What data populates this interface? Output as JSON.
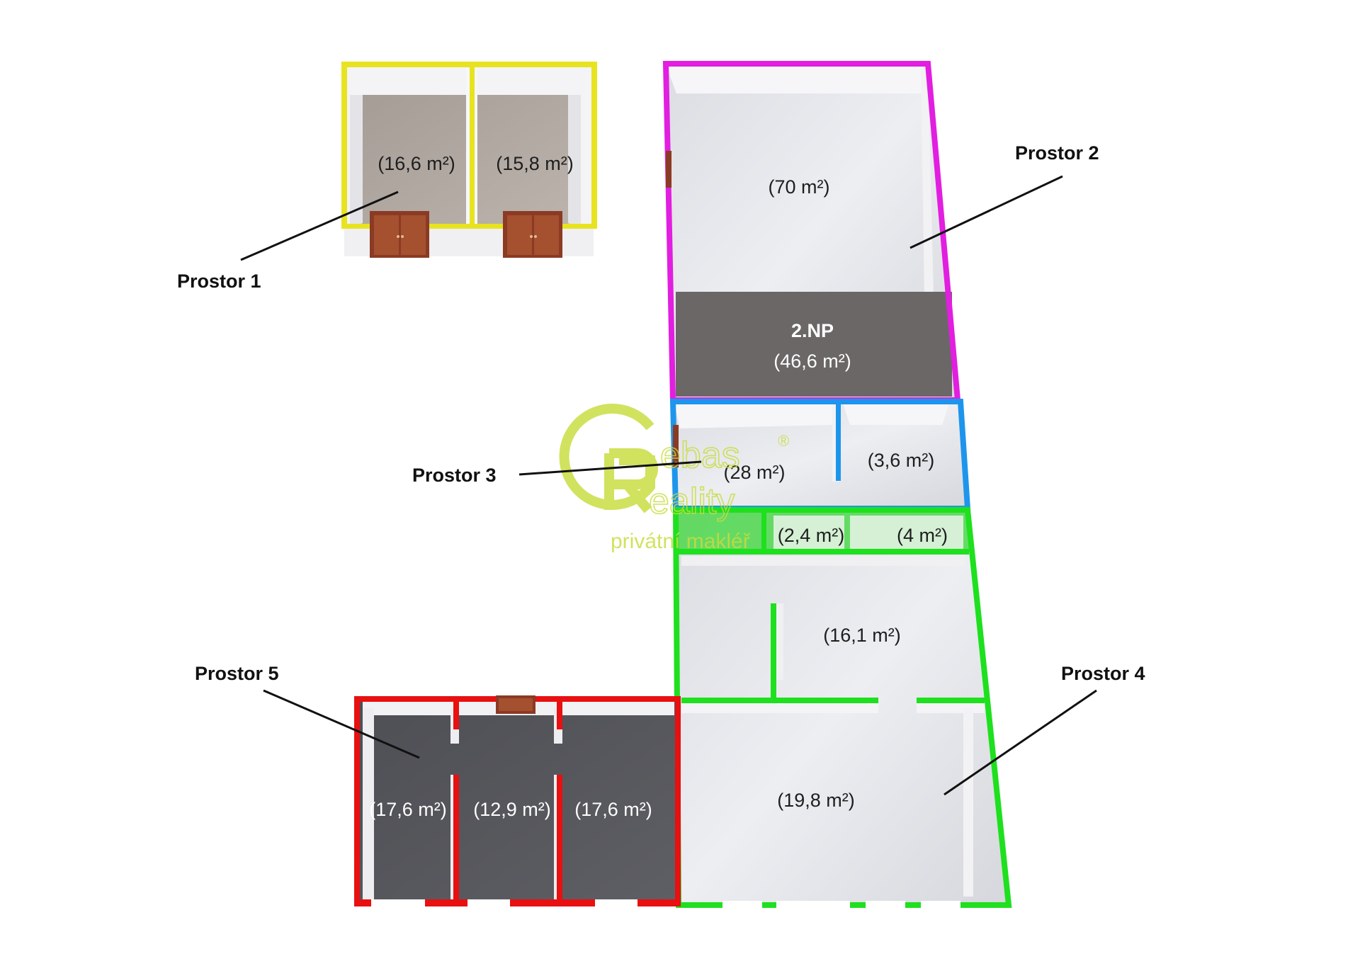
{
  "spaces": {
    "prostor1": {
      "label": "Prostor 1",
      "color": "#e8e320",
      "rooms": [
        "(16,6 m²)",
        "(15,8 m²)"
      ]
    },
    "prostor2": {
      "label": "Prostor 2",
      "color": "#e21ee0",
      "rooms": [
        "(70 m²)"
      ],
      "upper_floor": {
        "label": "2.NP",
        "area": "(46,6 m²)"
      }
    },
    "prostor3": {
      "label": "Prostor 3",
      "color": "#1e95ec",
      "rooms": [
        "(28 m²)",
        "(3,6 m²)"
      ]
    },
    "prostor4": {
      "label": "Prostor 4",
      "color": "#1ee01e",
      "rooms": [
        "(2,4 m²)",
        "(4 m²)",
        "(16,1 m²)",
        "(19,8 m²)"
      ]
    },
    "prostor5": {
      "label": "Prostor 5",
      "color": "#e81010",
      "rooms": [
        "(17,6 m²)",
        "(12,9 m²)",
        "(17,6 m²)"
      ]
    }
  },
  "watermark": {
    "brand_top": "ebas",
    "brand_bottom": "eality",
    "registered": "®",
    "tagline": "privátní makléř",
    "color": "#c8dc3c"
  }
}
